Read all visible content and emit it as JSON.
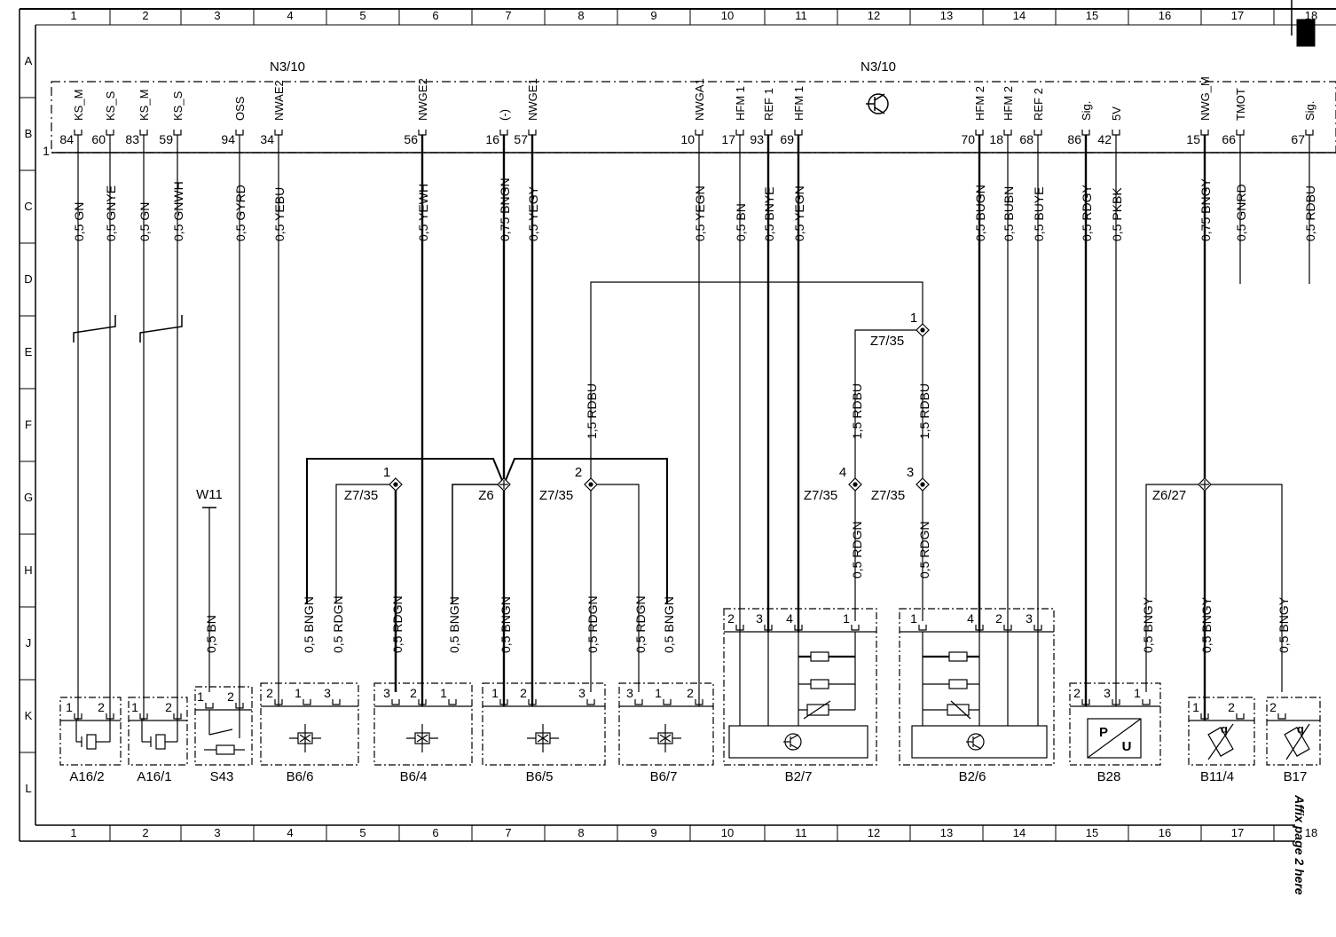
{
  "frame": {
    "columns": [
      "1",
      "2",
      "3",
      "4",
      "5",
      "6",
      "7",
      "8",
      "9",
      "10",
      "11",
      "12",
      "13",
      "14",
      "15",
      "16",
      "17",
      "18"
    ],
    "rows": [
      "A",
      "B",
      "C",
      "D",
      "E",
      "F",
      "G",
      "H",
      "J",
      "K",
      "L"
    ]
  },
  "ecu": {
    "ref_left": "N3/10",
    "ref_right": "N3/10",
    "connector": "1",
    "pins": [
      {
        "num": "84",
        "signal": "KS_M",
        "wire": "0,5 GN"
      },
      {
        "num": "60",
        "signal": "KS_S",
        "wire": "0,5 GNYE"
      },
      {
        "num": "83",
        "signal": "KS_M",
        "wire": "0,5 GN"
      },
      {
        "num": "59",
        "signal": "KS_S",
        "wire": "0,5 GNWH"
      },
      {
        "num": "94",
        "signal": "OSS",
        "wire": "0,5 GYRD"
      },
      {
        "num": "34",
        "signal": "NWAE2",
        "wire": "0,5 YEBU"
      },
      {
        "num": "56",
        "signal": "NWGE2",
        "wire": "0,5 YEWH"
      },
      {
        "num": "16",
        "signal": "(-)",
        "wire": "0,75 BNGN"
      },
      {
        "num": "57",
        "signal": "NWGE1",
        "wire": "0,5 YEGY"
      },
      {
        "num": "10",
        "signal": "NWGA1",
        "wire": "0,5 YEGN"
      },
      {
        "num": "17",
        "signal": "HFM 1",
        "wire": "0,5 BN"
      },
      {
        "num": "93",
        "signal": "REF 1",
        "wire": "0,5 BNYE"
      },
      {
        "num": "69",
        "signal": "HFM 1",
        "wire": "0,5 YEGN"
      },
      {
        "num": "70",
        "signal": "HFM 2",
        "wire": "0,5 BUGN"
      },
      {
        "num": "18",
        "signal": "HFM 2",
        "wire": "0,5 BUBN"
      },
      {
        "num": "68",
        "signal": "REF 2",
        "wire": "0,5 BUYE"
      },
      {
        "num": "86",
        "signal": "Sig.",
        "wire": "0,5 RDGY"
      },
      {
        "num": "42",
        "signal": "5V",
        "wire": "0,5 PKBK"
      },
      {
        "num": "15",
        "signal": "NWG_M",
        "wire": "0,75 BNGY"
      },
      {
        "num": "66",
        "signal": "TMOT",
        "wire": "0,5 GNRD"
      },
      {
        "num": "67",
        "signal": "Sig.",
        "wire": "0,5 RDBU"
      }
    ]
  },
  "splices": {
    "z7_35": "Z7/35",
    "z6": "Z6",
    "z6_27": "Z6/27",
    "n1": "1",
    "n2": "2",
    "n3": "3",
    "n4": "4"
  },
  "lower_wires": {
    "rdbu15": "1,5 RDBU",
    "bngn": "0,5 BNGN",
    "rdgn": "0,5 RDGN",
    "bn": "0,5 BN",
    "bngy": "0,5 BNGY"
  },
  "components": {
    "a16_2": "A16/2",
    "a16_1": "A16/1",
    "s43": "S43",
    "w11": "W11",
    "b6_6": "B6/6",
    "b6_4": "B6/4",
    "b6_5": "B6/5",
    "b6_7": "B6/7",
    "b2_7": "B2/7",
    "b2_6": "B2/6",
    "b28": "B28",
    "b11_4": "B11/4",
    "b17": "B17",
    "p_label": "P",
    "u_label": "U",
    "q_label": "q"
  },
  "affix": "Affix page 2 here"
}
